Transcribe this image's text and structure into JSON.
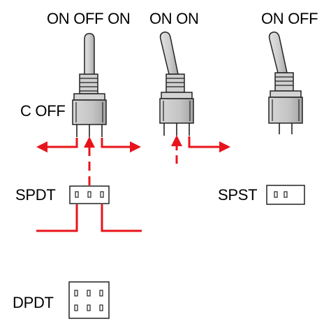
{
  "labels": {
    "on_off_on": "ON OFF ON",
    "on_on": "ON ON",
    "on_off": "ON OFF",
    "c_off": "C OFF",
    "spdt": "SPDT",
    "spst": "SPST",
    "dpdt": "DPDT"
  },
  "colors": {
    "arrow": "#e8141b",
    "body_fill": "#c9c9c9",
    "outline": "#222222"
  }
}
